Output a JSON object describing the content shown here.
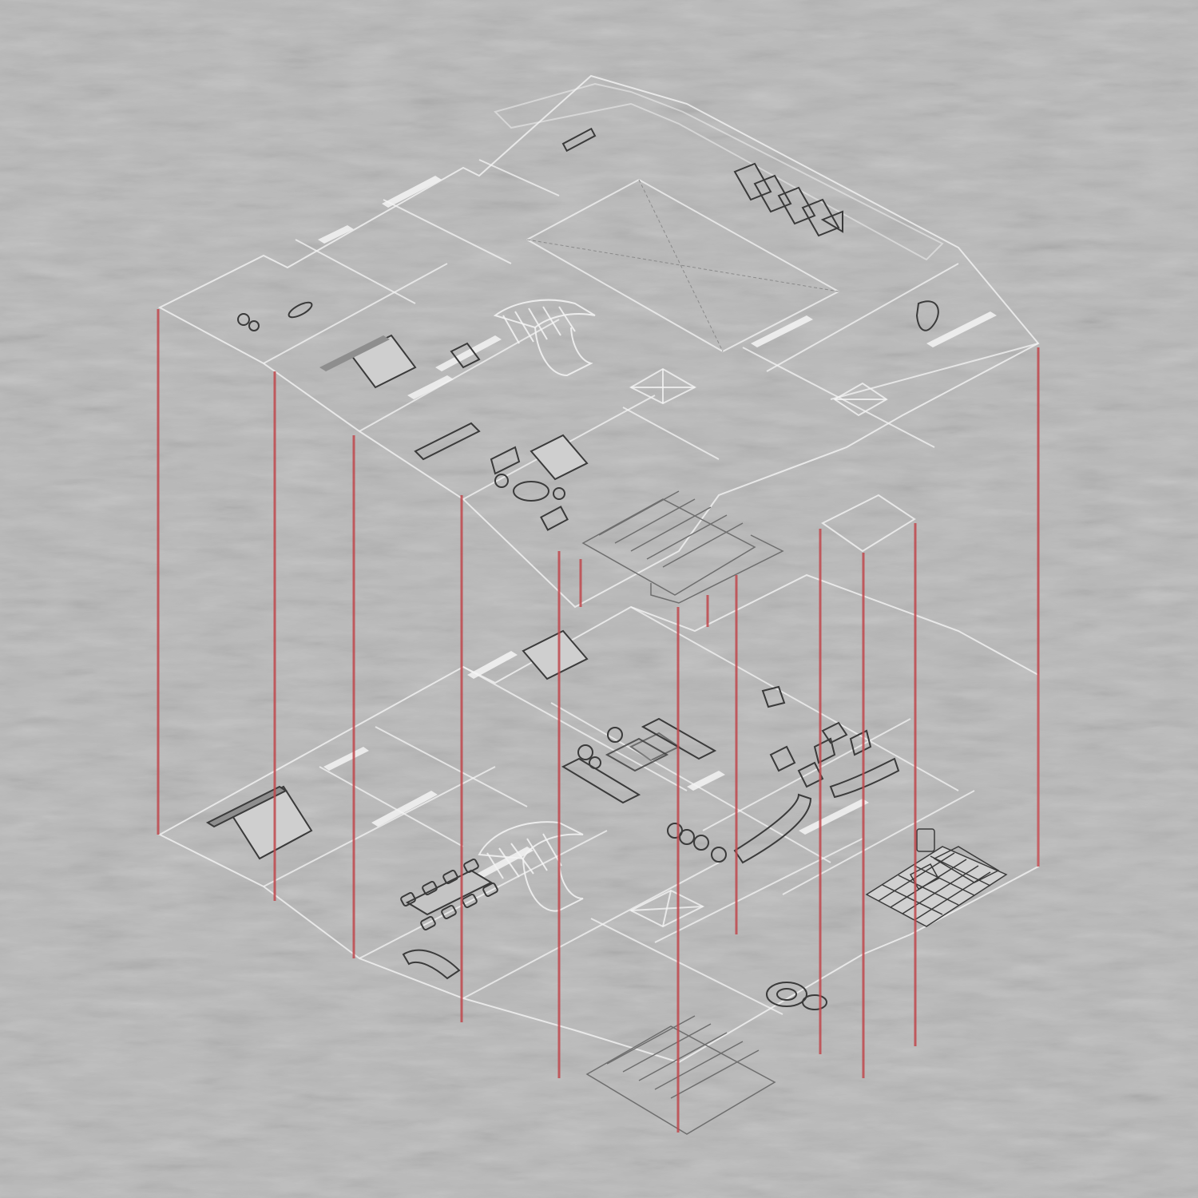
{
  "diagram": {
    "kind": "exploded-isometric-floor-plan",
    "levels": [
      "upper-floor",
      "lower-floor"
    ],
    "colors": {
      "background": "#b9b9b9",
      "plan_lines": "#ffffff",
      "furniture_lines": "#3a3a3a",
      "connector_lines": "#c0484c",
      "wall_fill": "#8e8e8e",
      "stair_lines": "#6e6e6e"
    }
  }
}
